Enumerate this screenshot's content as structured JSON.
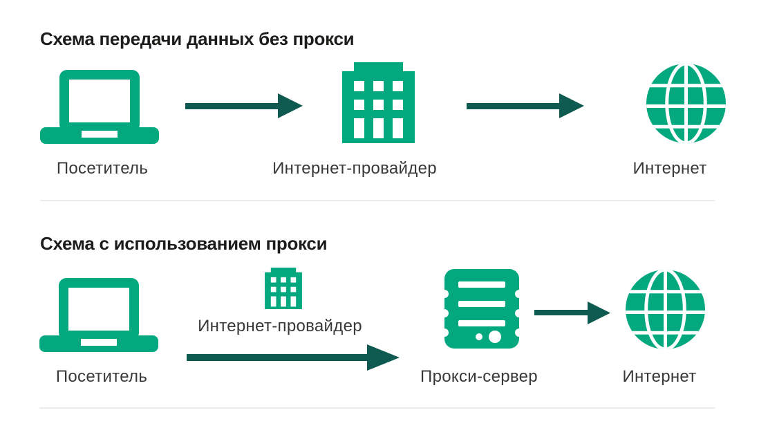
{
  "colors": {
    "icon_green": "#04a87f",
    "arrow_teal": "#0e5a50",
    "title_text": "#1c1c1a",
    "label_text": "#383838",
    "divider": "#ececec"
  },
  "section_no_proxy": {
    "title": "Схема передачи данных без прокси",
    "nodes": [
      {
        "icon": "laptop-icon",
        "label": "Посетитель"
      },
      {
        "icon": "building-icon",
        "label": "Интернет-провайдер"
      },
      {
        "icon": "globe-icon",
        "label": "Интернет"
      }
    ],
    "arrows": [
      "visitor-to-provider",
      "provider-to-internet"
    ]
  },
  "section_with_proxy": {
    "title": "Схема с использованием прокси",
    "nodes": [
      {
        "icon": "laptop-icon",
        "label": "Посетитель"
      },
      {
        "icon": "building-icon",
        "label": "Интернет-провайдер"
      },
      {
        "icon": "server-icon",
        "label": "Прокси-сервер"
      },
      {
        "icon": "globe-icon",
        "label": "Интернет"
      }
    ],
    "arrows": [
      "visitor-to-proxy",
      "proxy-to-internet"
    ]
  }
}
